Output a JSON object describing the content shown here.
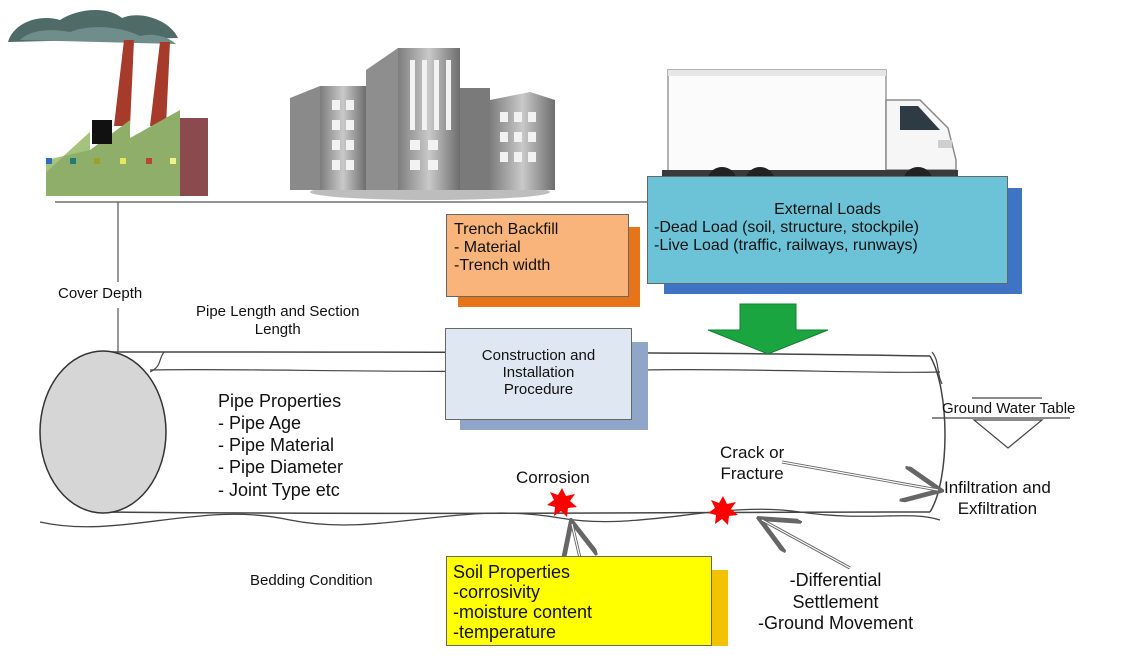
{
  "labels": {
    "cover_depth": "Cover Depth",
    "pipe_length_line1": "Pipe Length and Section",
    "pipe_length_line2": "Length",
    "ground_water_table": "Ground Water Table",
    "corrosion": "Corrosion",
    "crack_line1": "Crack or",
    "crack_line2": "Fracture",
    "infiltration_line1": "Infiltration and",
    "infiltration_line2": "Exfiltration",
    "bedding_condition": "Bedding Condition",
    "settlement_line1": "-Differential",
    "settlement_line2": "Settlement",
    "settlement_line3": "-Ground Movement"
  },
  "pipe_properties": {
    "title": "Pipe Properties",
    "items": [
      "- Pipe Age",
      "- Pipe Material",
      "- Pipe Diameter",
      "- Joint Type etc"
    ]
  },
  "boxes": {
    "trench_backfill": {
      "lines": [
        "Trench Backfill",
        "- Material",
        "-Trench width"
      ],
      "color": "#f8b47a",
      "shadow_color": "#e8741a"
    },
    "external_loads": {
      "lines": [
        "External Loads",
        "-Dead Load (soil, structure, stockpile)",
        "-Live Load (traffic, railways, runways)"
      ],
      "color": "#6cc3d7",
      "shadow_color": "#3f73c4"
    },
    "construction": {
      "lines": [
        "Construction and",
        "Installation",
        "Procedure"
      ],
      "color": "#dfe7f2",
      "shadow_color": "#8fa6c9"
    },
    "soil_properties": {
      "lines": [
        "Soil Properties",
        "-corrosivity",
        "-moisture content",
        "-temperature"
      ],
      "color": "#ffff00",
      "shadow_color": "#f2c200"
    }
  },
  "icons": [
    "factory-icon",
    "city-buildings-icon",
    "delivery-truck-icon",
    "load-arrow-icon",
    "corrosion-star-icon",
    "fracture-star-icon"
  ],
  "colors": {
    "arrow_green": "#1aa540",
    "star_red": "#ff0000",
    "pipe_end": "#d6d6d6"
  }
}
